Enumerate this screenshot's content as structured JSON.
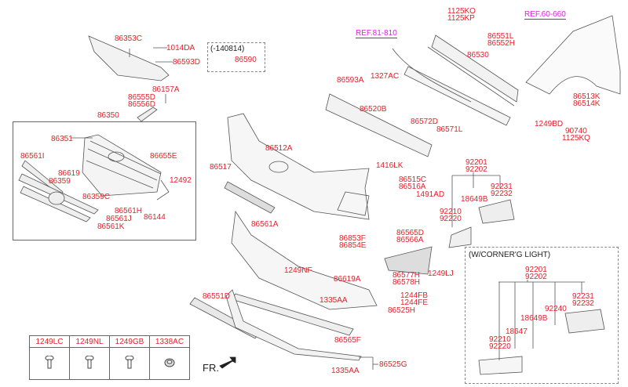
{
  "title": "Front bumper & radiator grille parts diagram",
  "references": {
    "ref_81_810": "REF.81-810",
    "ref_60_660": "REF.60-660"
  },
  "notes": {
    "date_note": "(-140814)",
    "corner_light": "(W/CORNER'G LIGHT)",
    "front": "FR."
  },
  "labels": {
    "p86353C": "86353C",
    "p1014DA": "1014DA",
    "p86593D": "86593D",
    "p86590": "86590",
    "p86157A": "86157A",
    "p86555D": "86555D",
    "p86556D": "86556D",
    "p86350": "86350",
    "p86351": "86351",
    "p86655E": "86655E",
    "p86561I": "86561I",
    "p86619": "86619",
    "p86359": "86359",
    "p86359C": "86359C",
    "p12492": "12492",
    "p86561H": "86561H",
    "p86561J": "86561J",
    "p86561K": "86561K",
    "p86144": "86144",
    "p1125KO": "1125KO",
    "p1125KP": "1125KP",
    "p86551L": "86551L",
    "p86552H": "86552H",
    "p86530": "86530",
    "p86593A": "86593A",
    "p1327AC": "1327AC",
    "p86520B": "86520B",
    "p86572D": "86572D",
    "p86571L": "86571L",
    "p86513K": "86513K",
    "p86514K": "86514K",
    "p1249BD": "1249BD",
    "p90740": "90740",
    "p1125KQ": "1125KQ",
    "p86512A": "86512A",
    "p86517": "86517",
    "p1416LK": "1416LK",
    "p86515C": "86515C",
    "p86516A": "86516A",
    "p1491AD": "1491AD",
    "p86561A": "86561A",
    "p86853F": "86853F",
    "p86854E": "86854E",
    "p92201": "92201",
    "p92202": "92202",
    "p92231": "92231",
    "p92232": "92232",
    "p18649B": "18649B",
    "p92210": "92210",
    "p92220": "92220",
    "p86565D": "86565D",
    "p86566A": "86566A",
    "p1249LJ": "1249LJ",
    "p1249NF": "1249NF",
    "p86619A": "86619A",
    "p86577H": "86577H",
    "p86578H": "86578H",
    "p1335AA_top": "1335AA",
    "p1244FB": "1244FB",
    "p1244FE": "1244FE",
    "p86525H": "86525H",
    "p86551D": "86551D",
    "p86565F": "86565F",
    "p86525G": "86525G",
    "p1335AA_bot": "1335AA",
    "c92201": "92201",
    "c92202": "92202",
    "c92231": "92231",
    "c92232": "92232",
    "c92240": "92240",
    "c18649B": "18649B",
    "c18647": "18647",
    "c92210": "92210",
    "c92220": "92220"
  },
  "fastener_table": [
    {
      "code": "1249LC",
      "icon": "screw-icon"
    },
    {
      "code": "1249NL",
      "icon": "screw-icon"
    },
    {
      "code": "1249GB",
      "icon": "screw-icon"
    },
    {
      "code": "1338AC",
      "icon": "nut-icon"
    }
  ]
}
